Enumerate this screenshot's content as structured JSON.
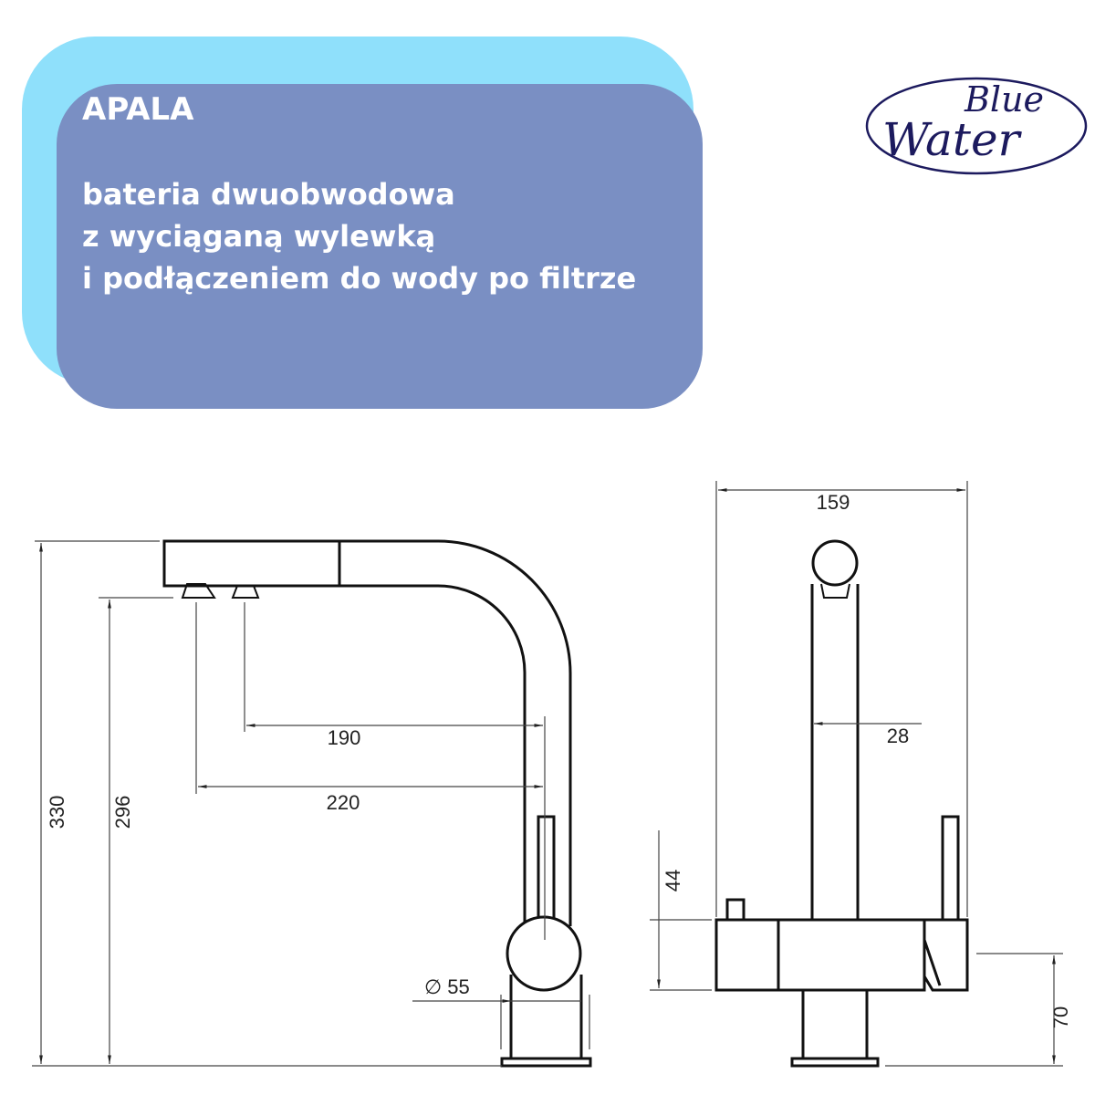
{
  "header": {
    "title": "APALA",
    "description_lines": [
      "bateria dwuobwodowa",
      "z wyciąganą wylewką",
      "i podłączeniem do wody po filtrze"
    ]
  },
  "logo": {
    "text_line1": "Blue",
    "text_line2": "Water",
    "color": "#1c1a5e"
  },
  "colors": {
    "banner_fill": "#7a8fc3",
    "banner_border": "#8fe0fb"
  },
  "side_view": {
    "dimensions": {
      "height_total": "330",
      "height_outlet": "296",
      "reach_1": "190",
      "reach_2": "220",
      "base_diameter": "∅ 55"
    }
  },
  "front_view": {
    "dimensions": {
      "width": "159",
      "spout_width": "28",
      "body_height": "44",
      "handle_height": "70"
    }
  }
}
